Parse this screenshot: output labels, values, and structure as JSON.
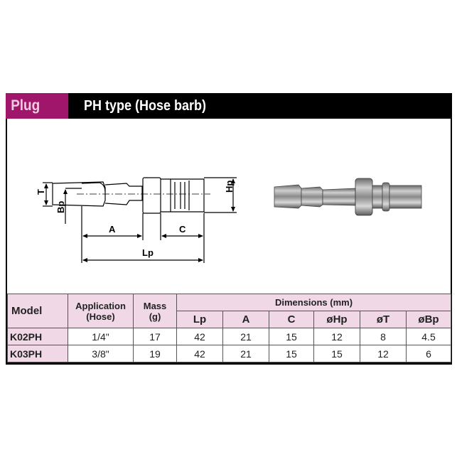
{
  "header": {
    "tag": "Plug",
    "title": "PH type (Hose barb)",
    "tag_color": "#a0166a",
    "bar_color": "#000000"
  },
  "drawing": {
    "labels": {
      "T": "T",
      "Bp": "Bp",
      "Hp": "Hp",
      "A": "A",
      "C": "C",
      "Lp": "Lp"
    }
  },
  "table": {
    "headers": {
      "model": "Model",
      "application_line1": "Application",
      "application_line2": "(Hose)",
      "mass_line1": "Mass",
      "mass_line2": "(g)",
      "dimensions": "Dimensions (mm)",
      "dims": [
        "Lp",
        "A",
        "C",
        "øHp",
        "øT",
        "øBp"
      ]
    },
    "rows": [
      {
        "model": "K02PH",
        "application": "1/4\"",
        "mass": "17",
        "Lp": "42",
        "A": "21",
        "C": "15",
        "Hp": "12",
        "T": "8",
        "Bp": "4.5"
      },
      {
        "model": "K03PH",
        "application": "3/8\"",
        "mass": "19",
        "Lp": "42",
        "A": "21",
        "C": "15",
        "Hp": "15",
        "T": "12",
        "Bp": "6"
      }
    ],
    "header_bg": "#f0d8e6"
  }
}
